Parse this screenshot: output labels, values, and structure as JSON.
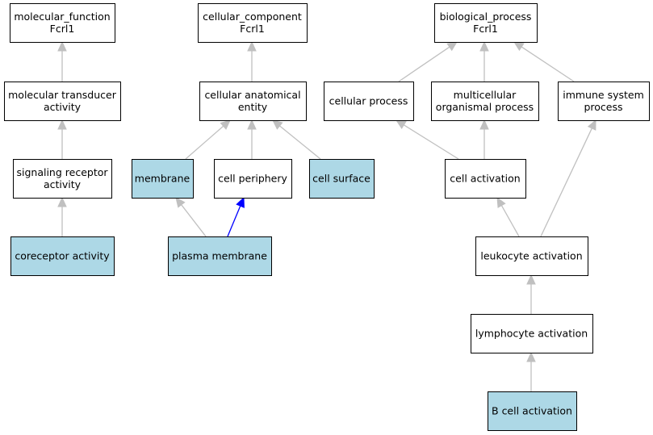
{
  "diagram": {
    "type": "gene-ontology-graph",
    "colors": {
      "node_fill": "#ffffff",
      "highlight_fill": "#add8e6",
      "node_border": "#000000",
      "edge_default": "#c0c0c0",
      "edge_highlight": "#0000ff"
    },
    "nodes": [
      {
        "id": "mf",
        "lines": [
          "molecular_function",
          "Fcrl1"
        ],
        "highlight": false
      },
      {
        "id": "mta",
        "lines": [
          "molecular transducer",
          "activity"
        ],
        "highlight": false
      },
      {
        "id": "sra",
        "lines": [
          "signaling receptor",
          "activity"
        ],
        "highlight": false
      },
      {
        "id": "cor",
        "lines": [
          "coreceptor activity"
        ],
        "highlight": true
      },
      {
        "id": "cc",
        "lines": [
          "cellular_component",
          "Fcrl1"
        ],
        "highlight": false
      },
      {
        "id": "cae",
        "lines": [
          "cellular anatomical",
          "entity"
        ],
        "highlight": false
      },
      {
        "id": "mem",
        "lines": [
          "membrane"
        ],
        "highlight": true
      },
      {
        "id": "cper",
        "lines": [
          "cell periphery"
        ],
        "highlight": false
      },
      {
        "id": "csur",
        "lines": [
          "cell surface"
        ],
        "highlight": true
      },
      {
        "id": "pm",
        "lines": [
          "plasma membrane"
        ],
        "highlight": true
      },
      {
        "id": "bp",
        "lines": [
          "biological_process",
          "Fcrl1"
        ],
        "highlight": false
      },
      {
        "id": "cpr",
        "lines": [
          "cellular process"
        ],
        "highlight": false
      },
      {
        "id": "mop",
        "lines": [
          "multicellular",
          "organismal process"
        ],
        "highlight": false
      },
      {
        "id": "isp",
        "lines": [
          "immune system",
          "process"
        ],
        "highlight": false
      },
      {
        "id": "cact",
        "lines": [
          "cell activation"
        ],
        "highlight": false
      },
      {
        "id": "lact",
        "lines": [
          "leukocyte activation"
        ],
        "highlight": false
      },
      {
        "id": "lyact",
        "lines": [
          "lymphocyte activation"
        ],
        "highlight": false
      },
      {
        "id": "bact",
        "lines": [
          "B cell activation"
        ],
        "highlight": true
      }
    ],
    "edges": [
      {
        "from": "mta",
        "to": "mf",
        "highlight": false
      },
      {
        "from": "sra",
        "to": "mta",
        "highlight": false
      },
      {
        "from": "cor",
        "to": "sra",
        "highlight": false
      },
      {
        "from": "cae",
        "to": "cc",
        "highlight": false
      },
      {
        "from": "mem",
        "to": "cae",
        "highlight": false
      },
      {
        "from": "cper",
        "to": "cae",
        "highlight": false
      },
      {
        "from": "csur",
        "to": "cae",
        "highlight": false
      },
      {
        "from": "pm",
        "to": "mem",
        "highlight": false
      },
      {
        "from": "pm",
        "to": "cper",
        "highlight": true
      },
      {
        "from": "cpr",
        "to": "bp",
        "highlight": false
      },
      {
        "from": "mop",
        "to": "bp",
        "highlight": false
      },
      {
        "from": "isp",
        "to": "bp",
        "highlight": false
      },
      {
        "from": "cact",
        "to": "cpr",
        "highlight": false
      },
      {
        "from": "cact",
        "to": "mop",
        "highlight": false
      },
      {
        "from": "lact",
        "to": "cact",
        "highlight": false
      },
      {
        "from": "lact",
        "to": "isp",
        "highlight": false
      },
      {
        "from": "lyact",
        "to": "lact",
        "highlight": false
      },
      {
        "from": "bact",
        "to": "lyact",
        "highlight": false
      }
    ]
  }
}
